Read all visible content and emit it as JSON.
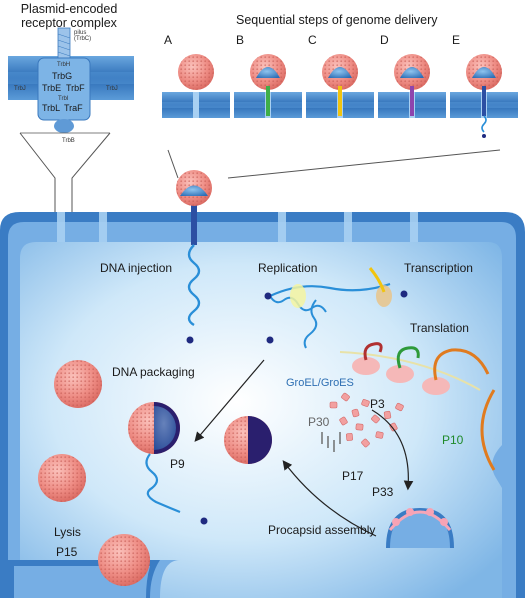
{
  "receptor": {
    "title_line1": "Plasmid-encoded",
    "title_line2": "receptor complex",
    "pilus_line1": "pilus",
    "pilus_line2": "(TrbC)",
    "proteins": [
      "TrbH",
      "TrbG",
      "TrbE",
      "TrbF",
      "TrbI",
      "TrbL",
      "TraF",
      "TrbJ",
      "TrbJ",
      "TrbB"
    ]
  },
  "steps": {
    "title": "Sequential steps of genome delivery",
    "labels": [
      "A",
      "B",
      "C",
      "D",
      "E"
    ]
  },
  "cell": {
    "dna_injection": "DNA injection",
    "replication": "Replication",
    "transcription": "Transcription",
    "translation": "Translation",
    "dna_packaging": "DNA packaging",
    "groel": "GroEL/GroES",
    "p3": "P3",
    "p30": "P30",
    "p10": "P10",
    "p9": "P9",
    "p17": "P17",
    "p33": "P33",
    "procapsid_assembly": "Procapsid assembly",
    "lysis": "Lysis",
    "p15": "P15"
  },
  "colors": {
    "membrane_outer": "#2f6fb8",
    "membrane_inner": "#6fa8de",
    "cytoplasm": "#bfe0f7",
    "capsid": "#f08e86",
    "procapsid_core": "#2a1f6e",
    "dna": "#2a8fd8",
    "groel": "#2e6fb3",
    "p10": "#1f8a2a"
  }
}
